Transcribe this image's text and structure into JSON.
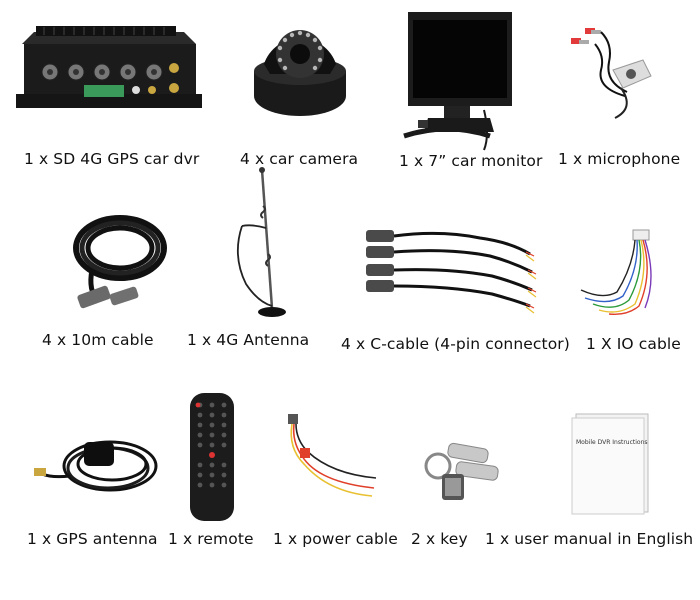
{
  "items": [
    {
      "label": "1 x SD 4G GPS car dvr"
    },
    {
      "label": "4 x car camera"
    },
    {
      "label": "1 x 7” car monitor"
    },
    {
      "label": "1 x microphone"
    },
    {
      "label": "4 x 10m cable"
    },
    {
      "label": "1 x 4G Antenna"
    },
    {
      "label": "4 x C-cable (4-pin connector)"
    },
    {
      "label": "1 X IO cable"
    },
    {
      "label": "1 x GPS antenna"
    },
    {
      "label": "1 x remote"
    },
    {
      "label": "1 x power cable"
    },
    {
      "label": "2 x key"
    },
    {
      "label": "1 x user manual in English"
    }
  ],
  "manual_cover_text": "Mobile DVR Instructions"
}
